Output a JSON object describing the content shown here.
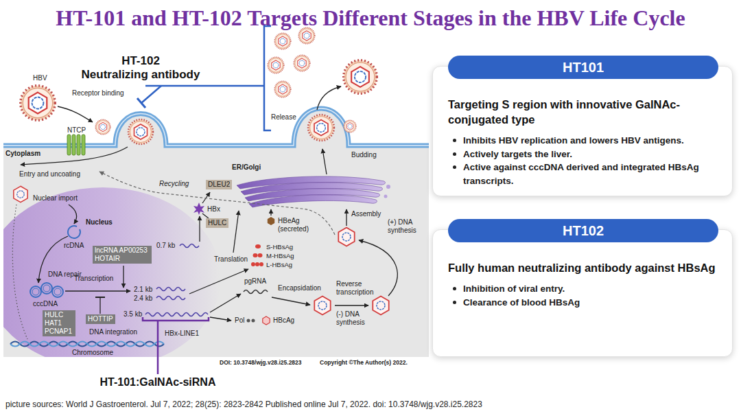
{
  "diagram": {
    "title": "HT-101 and HT-102 Targets Different Stages in the HBV Life Cycle",
    "caption": "picture sources: World J Gastroenterol. Jul 7, 2022; 28(25): 2823-2842 Published online Jul 7, 2022. doi: 10.3748/wjg.v28.i25.2823",
    "nodes": [
      {
        "text": [
          "DLEU2"
        ]
      },
      {
        "text": [
          "HULC"
        ]
      },
      {
        "text": [
          "lncRNA AP00253 HOTAIR"
        ]
      },
      {
        "text": [
          "HOTTIP"
        ]
      },
      {
        "text": [
          "HULC HAT1 PCNAP1"
        ]
      },
      {
        "text": [
          "Targeting S region with innovative GalNAc-conjugated type",
          "Inhibits HBV replication and lowers HBV antigens.",
          "Actively targets the liver.",
          "Active against cccDNA derived and integrated HBsAg transcripts."
        ]
      },
      {
        "text": [
          "HT101"
        ],
        "in": 5
      },
      {
        "text": [
          "Fully human neutralizing antibody against HBsAg",
          "Inhibition of viral entry.",
          "Clearance of blood HBsAg"
        ]
      },
      {
        "text": [
          "HT102"
        ],
        "in": 7
      }
    ],
    "labels": [
      "HT-102",
      "Neutralizing antibody",
      "HBV",
      "Receptor binding",
      "NTCP",
      "Release",
      "Budding",
      "Cytoplasm",
      "Entry and uncoating",
      "Recycling",
      "ER/Golgi",
      "Nuclear import",
      "HBx",
      "Nucleus",
      "HBeAg (secreted)",
      "Assembly",
      "(+) DNA synthesis",
      "rcDNA",
      "0.7 kb",
      "S-HBsAg",
      "M-HBsAg",
      "L-HBsAg",
      "Translation",
      "DNA repair",
      "Transcription",
      "pgRNA",
      "Reverse transcription",
      "Encapsidation",
      "2.1 kb",
      "2.4 kb",
      "cccDNA",
      "3.5 kb",
      "(-) DNA synthesis",
      "Pol",
      "HBcAg",
      "DNA integration",
      "HBx-LINE1",
      "Chromosome",
      "DOI: 10.3748/wjg.v28.i25.2823",
      "Copyright ©The Author(s) 2022.",
      "HT-101:GalNAc-siRNA"
    ]
  }
}
